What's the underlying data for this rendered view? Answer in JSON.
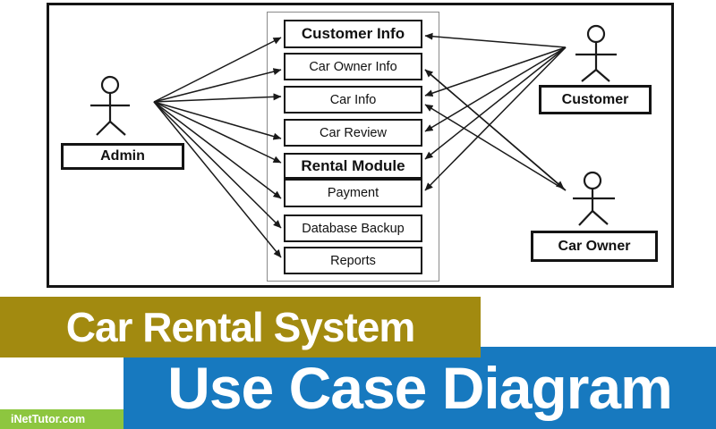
{
  "banners": {
    "title": "Car Rental System",
    "subtitle": "Use Case Diagram",
    "watermark": "iNetTutor.com"
  },
  "colors": {
    "banner_gold": "#A28A10",
    "banner_blue": "#1779BF",
    "banner_green": "#8DC63F",
    "line_black": "#1a1a1a",
    "boundary_gray": "#8a8a8a"
  },
  "diagram": {
    "actors": [
      {
        "label": "Admin"
      },
      {
        "label": "Customer"
      },
      {
        "label": "Car Owner"
      }
    ],
    "use_cases": [
      {
        "label": "Customer Info"
      },
      {
        "label": "Car Owner Info"
      },
      {
        "label": "Car Info"
      },
      {
        "label": "Car Review"
      },
      {
        "label": "Rental Module"
      },
      {
        "label": "Payment"
      },
      {
        "label": "Database Backup"
      },
      {
        "label": "Reports"
      }
    ],
    "connections": {
      "admin": [
        "Customer Info",
        "Car Owner Info",
        "Car Info",
        "Car Review",
        "Rental Module",
        "Payment",
        "Database Backup",
        "Reports"
      ],
      "customer": [
        "Customer Info",
        "Car Info",
        "Car Review",
        "Rental Module",
        "Payment"
      ],
      "car_owner": [
        "Car Owner Info",
        "Car Info"
      ]
    }
  }
}
